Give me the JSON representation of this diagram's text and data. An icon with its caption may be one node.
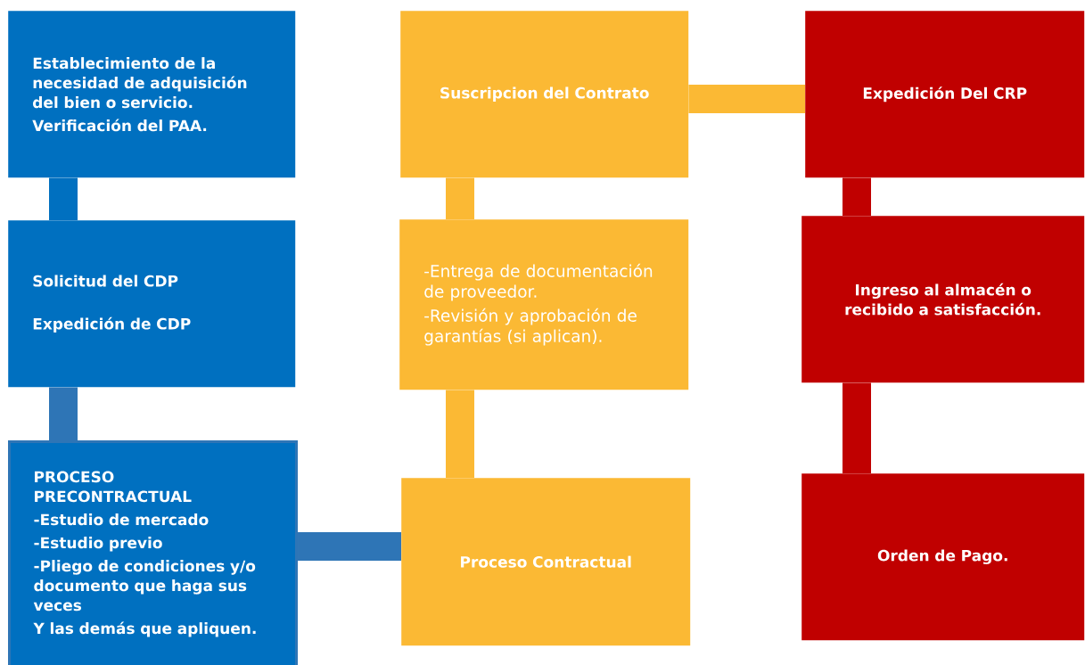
{
  "diagram": {
    "nodes": [
      {
        "text": [
          "Establecimiento de la necesidad de adquisición del bien o servicio.",
          "Verificación del  PAA."
        ]
      },
      {
        "text": [
          "Solicitud del CDP",
          "Expedición de CDP"
        ]
      },
      {
        "text": [
          "PROCESO PRECONTRACTUAL",
          "-Estudio de mercado",
          "-Estudio previo",
          "-Pliego de condiciones y/o documento que haga sus veces",
          "Y las demás que apliquen."
        ]
      },
      {
        "text": [
          "Proceso Contractual"
        ]
      },
      {
        "text": [
          "-Entrega de documentación de proveedor.",
          "-Revisión y aprobación de garantías (si aplican)."
        ]
      },
      {
        "text": [
          "Suscripcion del Contrato"
        ]
      },
      {
        "text": [
          "Expedición Del CRP"
        ]
      },
      {
        "text": [
          "Ingreso al almacén o recibido a satisfacción."
        ]
      },
      {
        "text": [
          "Orden de Pago."
        ]
      }
    ],
    "edges": [
      {
        "from": 0,
        "to": 1,
        "arrow": "none",
        "color": "#0070c0"
      },
      {
        "from": 1,
        "to": 2,
        "arrow": "none",
        "color": "#2e75b6"
      },
      {
        "from": 2,
        "to": 3,
        "arrow": "none",
        "color": "#2e75b6"
      },
      {
        "from": 3,
        "to": 4,
        "arrow": "none",
        "color": "#fbb934"
      },
      {
        "from": 4,
        "to": 5,
        "arrow": "none",
        "color": "#fbb934"
      },
      {
        "from": 5,
        "to": 6,
        "arrow": "none",
        "color": "#fbb934"
      },
      {
        "from": 6,
        "to": 7,
        "arrow": "none",
        "color": "#c00000"
      },
      {
        "from": 7,
        "to": 8,
        "arrow": "none",
        "color": "#c00000"
      }
    ]
  }
}
